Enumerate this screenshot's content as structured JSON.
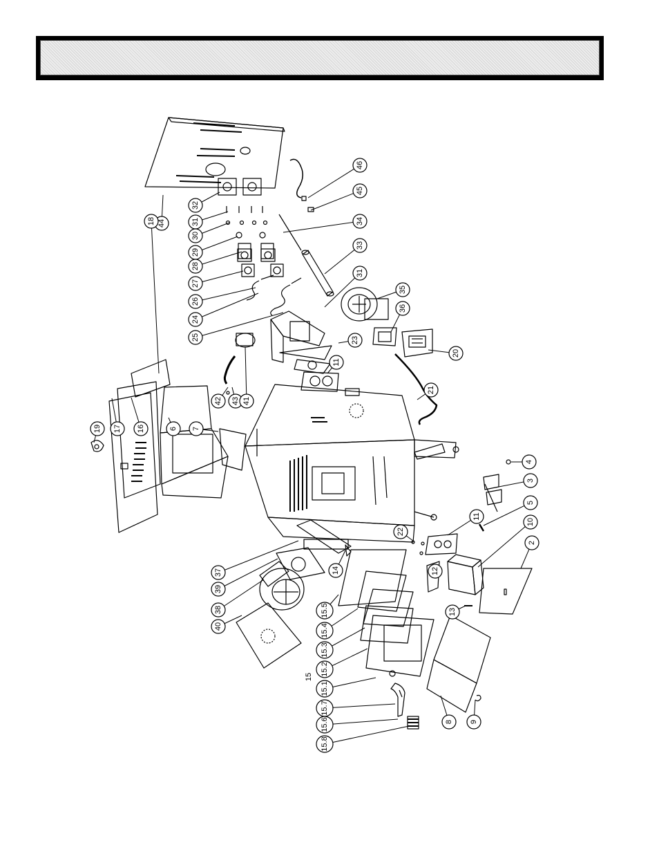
{
  "diagram": {
    "callouts": [
      "44",
      "32",
      "31",
      "30",
      "29",
      "28",
      "27",
      "26",
      "24",
      "25",
      "23",
      "11",
      "20",
      "21",
      "46",
      "45",
      "34",
      "33",
      "31",
      "35",
      "36",
      "18",
      "17",
      "16",
      "19",
      "6",
      "7",
      "42",
      "43",
      "41",
      "37",
      "39",
      "38",
      "40",
      "14",
      "15.5",
      "15.4",
      "15.3",
      "15.2",
      "15.1",
      "15",
      "15.7",
      "15.6",
      "15.8",
      "8",
      "9",
      "13",
      "12",
      "2",
      "10",
      "11",
      "22",
      "5",
      "3",
      "4"
    ]
  }
}
